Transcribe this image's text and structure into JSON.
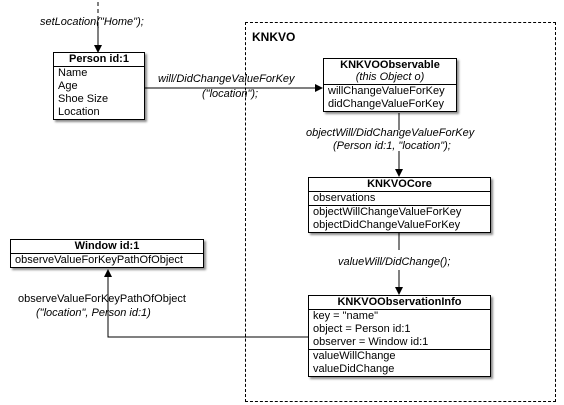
{
  "frame": {
    "title": "KNKVO"
  },
  "boxes": {
    "person": {
      "title": "Person id:1",
      "rows": [
        "Name",
        "Age",
        "Shoe Size",
        "Location"
      ]
    },
    "observable": {
      "title": "KNKVOObservable",
      "subtitle": "(this Object o)",
      "rows": [
        "willChangeValueForKey",
        "didChangeValueForKey"
      ]
    },
    "core": {
      "title": "KNKVOCore",
      "rows": [
        "observations",
        "objectWillChangeValueForKey",
        "objectDidChangeValueForKey"
      ]
    },
    "info": {
      "title": "KNKVOObservationInfo",
      "rows": [
        "key = \"name\"",
        "object = Person id:1",
        "observer = Window id:1"
      ],
      "rows2": [
        "valueWillChange",
        "valueDidChange"
      ]
    },
    "window": {
      "title": "Window id:1",
      "rows": [
        "observeValueForKeyPathOfObject"
      ]
    }
  },
  "labels": {
    "set_location": "setLocation(\"Home\");",
    "will_did_1": "will/DidChangeValueForKey",
    "will_did_2": "(\"location\");",
    "object_will_1": "objectWill/DidChangeValueForKey",
    "object_will_2": "(Person id:1, \"location\");",
    "value_will": "valueWill/DidChange();",
    "observe_1": "observeValueForKeyPathOfObject",
    "observe_2": "(\"location\", Person id:1)"
  }
}
